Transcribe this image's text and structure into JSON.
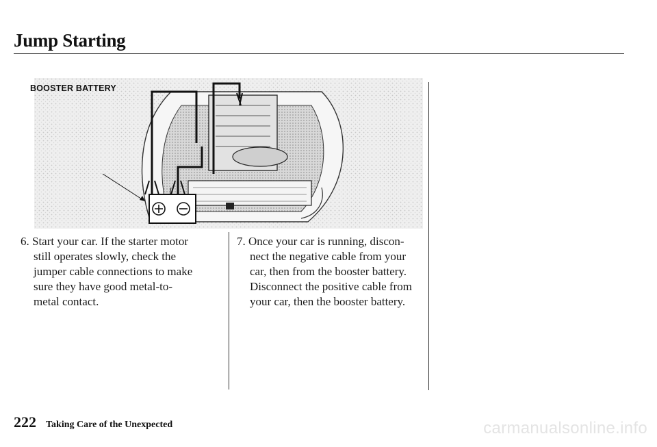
{
  "header": {
    "title": "Jump Starting"
  },
  "figure": {
    "label": "BOOSTER BATTERY",
    "icon": "car-engine-jump-start-illustration"
  },
  "steps": [
    {
      "number": "6.",
      "lines": [
        "Start your car. If the starter motor",
        "still operates slowly, check the",
        "jumper cable connections to make",
        "sure they have good metal-to-",
        "metal contact."
      ]
    },
    {
      "number": "7.",
      "lines": [
        "Once your car is running, discon-",
        "nect the negative cable from your",
        "car, then from the booster battery.",
        "Disconnect the positive cable from",
        "your car, then the booster battery."
      ]
    }
  ],
  "footer": {
    "page_number": "222",
    "section": "Taking Care of the Unexpected"
  },
  "watermark": {
    "text": "carmanualsonline.info"
  }
}
